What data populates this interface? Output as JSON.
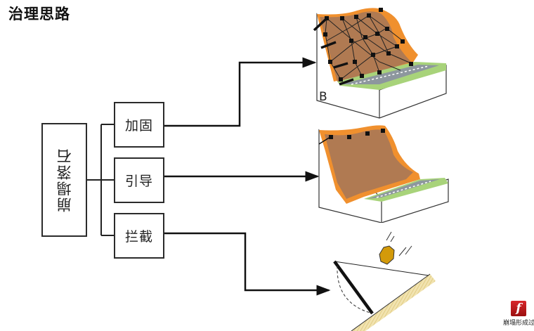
{
  "title": "治理思路",
  "diagram": {
    "root": {
      "label": "崩塌落石"
    },
    "branches": [
      {
        "label": "加固",
        "target": "slope-anchored-net"
      },
      {
        "label": "引导",
        "target": "slope-draped-net"
      },
      {
        "label": "拦截",
        "target": "rockfall-barrier"
      }
    ]
  },
  "illustrations": {
    "anchored_net": {
      "panel_label": "B"
    }
  },
  "colors": {
    "line": "#111111",
    "slope_orange": "#f0902e",
    "slope_brown": "#b07a52",
    "road_gray": "#8d979e",
    "grass_green": "#a8d37a",
    "rock_gold": "#d39a0a",
    "ground_sand": "#e9d79a"
  },
  "desktop_icon": {
    "icon": "flash-icon",
    "glyph": "f",
    "label": "崩塌形成过"
  }
}
